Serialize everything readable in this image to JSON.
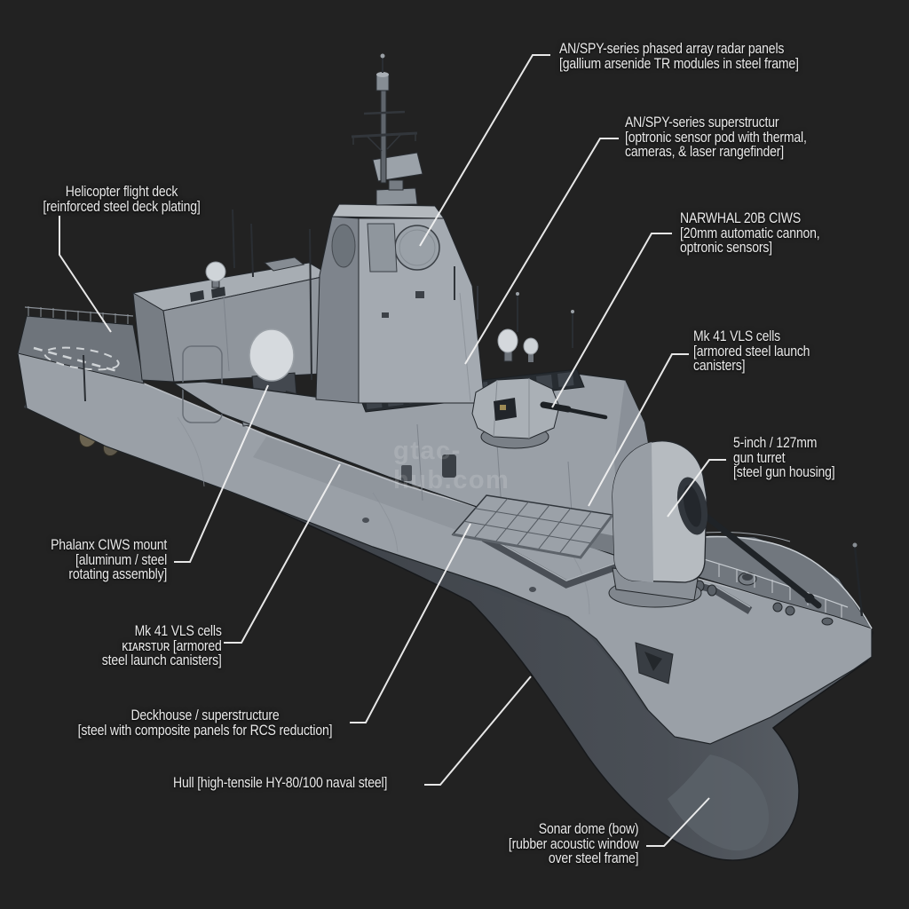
{
  "colors": {
    "background": "#222222",
    "hull_light": "#9aa0a7",
    "hull_dark": "#3d4147",
    "label_text": "#eaeaea",
    "leader_line": "#f2f2f2",
    "phalanx_dome": "#d6dade"
  },
  "watermark": {
    "text": "gtac-hub.com"
  },
  "callouts": {
    "radar_panels": {
      "lines": [
        "AN/SPY-series phased array radar panels",
        "[gallium arsenide TR modules in steel frame]"
      ]
    },
    "superstructure_sensor": {
      "lines": [
        "AN/SPY-series superstructur",
        "[optronic sensor pod with thermal,",
        "cameras, & laser rangefinder]"
      ]
    },
    "narwhal_ciws": {
      "lines": [
        "NARWHAL 20B CIWS",
        "[20mm automatic cannon,",
        "optronic sensors]"
      ]
    },
    "mk41_vls_right": {
      "lines": [
        "Mk 41 VLS cells",
        "[armored steel launch",
        "canisters]"
      ]
    },
    "gun_turret": {
      "lines": [
        "5-inch / 127mm",
        "gun turret",
        "[steel gun housing]"
      ]
    },
    "helicopter_deck": {
      "lines": [
        "Helicopter flight deck",
        "[reinforced steel deck plating]"
      ]
    },
    "phalanx_ciws": {
      "lines": [
        "Phalanx CIWS mount",
        "[aluminum / steel",
        "rotating assembly]"
      ]
    },
    "mk41_vls_left": {
      "lines": [
        "Mk 41 VLS cells",
        "ᴋɪᴀʀsᴛᴜʀ [armored",
        "steel launch canisters]"
      ]
    },
    "deckhouse": {
      "lines": [
        "Deckhouse / superstructure",
        "[steel with composite panels for RCS reduction]"
      ]
    },
    "hull": {
      "lines": [
        "Hull [high-tensile HY-80/100 naval steel]"
      ]
    },
    "sonar_dome": {
      "lines": [
        "Sonar dome (bow)",
        "[rubber acoustic window",
        "over steel frame]"
      ]
    }
  }
}
